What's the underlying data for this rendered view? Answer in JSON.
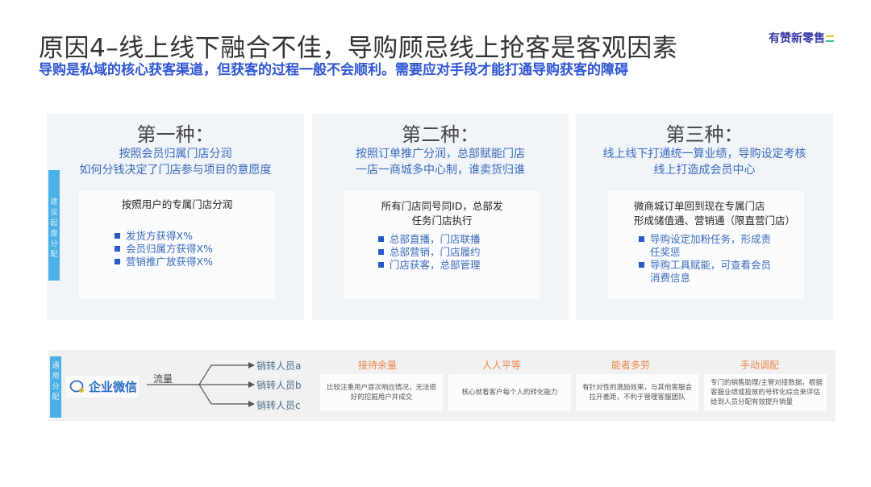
{
  "header": {
    "title": "原因4–线上线下融合不佳，导购顾忌线上抢客是客观因素",
    "subtitle": "导购是私域的核心获客渠道，但获客的过程一般不会顺利。需要应对手段才能打通导购获客的障碍",
    "brand": "有赞新零售"
  },
  "side_tags": {
    "suggested": "建议起盘分配",
    "general": "通用分配"
  },
  "panels": [
    {
      "heading": "第一种：",
      "desc": [
        "按照会员归属门店分润",
        "如何分钱决定了门店参与项目的意愿度"
      ],
      "card_title": [
        "按照用户的专属门店分润"
      ],
      "bullets": [
        "发货方获得X%",
        "会员归属方获得X%",
        "营销推广放获得X%"
      ]
    },
    {
      "heading": "第二种：",
      "desc": [
        "按照订单推广分润，总部赋能门店",
        "一店一商城多中心制，谁卖货归谁"
      ],
      "card_title": [
        "所有门店同号同ID，总部发",
        "任务门店执行"
      ],
      "bullets": [
        "总部直播，门店联播",
        "总部营销，门店履约",
        "门店获客，总部管理"
      ]
    },
    {
      "heading": "第三种：",
      "desc": [
        "线上线下打通统一算业绩，导购设定考核",
        "线上打造成会员中心"
      ],
      "card_title": [
        "微商城订单回到现在专属门店",
        "形成储值通、营销通（限直营门店）"
      ],
      "bullets": [
        "导购设定加粉任务，形成责任奖惩",
        "导购工具赋能，可查看会员消费信息"
      ]
    }
  ],
  "distribution": {
    "source": "企业微信",
    "source_icon": "wecom-logo-icon",
    "flow_label": "流量",
    "staff": [
      "销转人员a",
      "销转人员b",
      "销转人员c"
    ],
    "features": [
      {
        "title": "接待余量",
        "text": "比较注重用户首次响应情况，无法很好的挖掘用户并成交"
      },
      {
        "title": "人人平等",
        "text": "核心就看客户每个人的转化能力"
      },
      {
        "title": "能者多劳",
        "text": "有针对性的激励效果，与其他客服会拉开差距，不利于管理客服团队"
      },
      {
        "title": "手动调配",
        "text": "专门的销售助理/主管对接数据，根据客服业绩或投放的号转化综合来评估给到人员分配有效提升销量"
      }
    ]
  },
  "colors": {
    "title": "#333333",
    "subtitle": "#2f55d4",
    "accent_blue": "#3a68b8",
    "tag_blue": "#4bb0e6",
    "feature_orange": "#e8854a"
  }
}
